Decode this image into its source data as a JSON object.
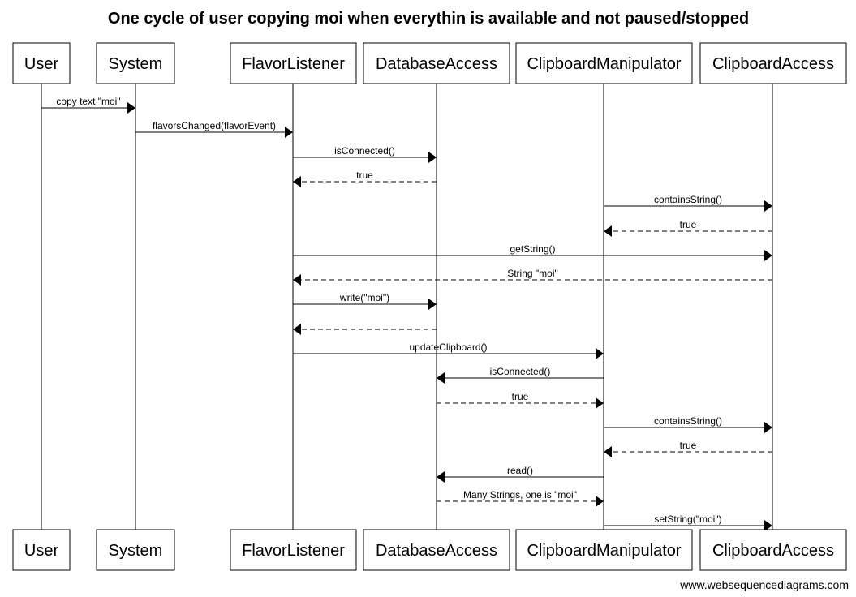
{
  "title": "One cycle of user copying moi when everythin is available and not paused/stopped",
  "credit": "www.websequencediagrams.com",
  "participants": [
    {
      "id": "user",
      "label": "User"
    },
    {
      "id": "system",
      "label": "System"
    },
    {
      "id": "flavor",
      "label": "FlavorListener"
    },
    {
      "id": "db",
      "label": "DatabaseAccess"
    },
    {
      "id": "cm",
      "label": "ClipboardManipulator"
    },
    {
      "id": "ca",
      "label": "ClipboardAccess"
    }
  ],
  "messages": [
    {
      "from": "user",
      "to": "system",
      "label": "copy text \"moi\"",
      "style": "solid"
    },
    {
      "from": "system",
      "to": "flavor",
      "label": "flavorsChanged(flavorEvent)",
      "style": "solid"
    },
    {
      "from": "flavor",
      "to": "db",
      "label": "isConnected()",
      "style": "solid"
    },
    {
      "from": "db",
      "to": "flavor",
      "label": "true",
      "style": "dashed"
    },
    {
      "from": "cm",
      "to": "ca",
      "label": "containsString()",
      "style": "solid"
    },
    {
      "from": "ca",
      "to": "cm",
      "label": "true",
      "style": "dashed"
    },
    {
      "from": "flavor",
      "to": "ca",
      "label": "getString()",
      "style": "solid"
    },
    {
      "from": "ca",
      "to": "flavor",
      "label": "String \"moi\"",
      "style": "dashed"
    },
    {
      "from": "flavor",
      "to": "db",
      "label": "write(\"moi\")",
      "style": "solid"
    },
    {
      "from": "db",
      "to": "flavor",
      "label": "",
      "style": "dashed"
    },
    {
      "from": "flavor",
      "to": "cm",
      "label": "updateClipboard()",
      "style": "solid"
    },
    {
      "from": "cm",
      "to": "db",
      "label": "isConnected()",
      "style": "solid"
    },
    {
      "from": "db",
      "to": "cm",
      "label": "true",
      "style": "dashed"
    },
    {
      "from": "cm",
      "to": "ca",
      "label": "containsString()",
      "style": "solid"
    },
    {
      "from": "ca",
      "to": "cm",
      "label": "true",
      "style": "dashed"
    },
    {
      "from": "cm",
      "to": "db",
      "label": "read()",
      "style": "solid"
    },
    {
      "from": "db",
      "to": "cm",
      "label": "Many Strings, one is \"moi\"",
      "style": "dashed"
    },
    {
      "from": "cm",
      "to": "ca",
      "label": "setString(\"moi\")",
      "style": "solid"
    }
  ]
}
